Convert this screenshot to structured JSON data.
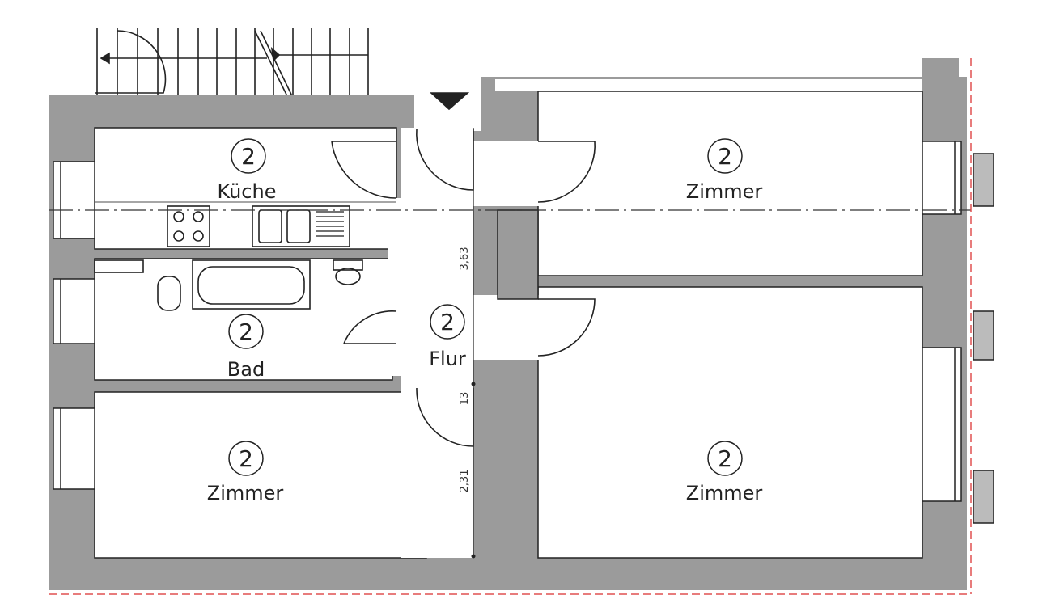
{
  "plan": {
    "rooms": [
      {
        "id": "kueche",
        "number": "2",
        "name": "Küche"
      },
      {
        "id": "bad",
        "number": "2",
        "name": "Bad"
      },
      {
        "id": "flur",
        "number": "2",
        "name": "Flur"
      },
      {
        "id": "zimmer-links",
        "number": "2",
        "name": "Zimmer"
      },
      {
        "id": "zimmer-oben-rechts",
        "number": "2",
        "name": "Zimmer"
      },
      {
        "id": "zimmer-unten-rechts",
        "number": "2",
        "name": "Zimmer"
      }
    ],
    "dimensions": [
      "3,63",
      "13",
      "2,31"
    ],
    "colors": {
      "wall": "#9b9b9b",
      "line": "#222222",
      "boundary": "#e05050"
    }
  }
}
